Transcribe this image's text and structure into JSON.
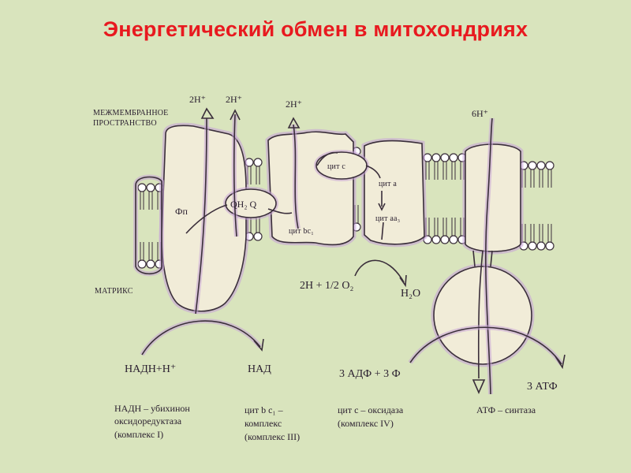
{
  "title": "Энергетический обмен в митохондриях",
  "colors": {
    "background": "#d9e4bd",
    "title": "#e8191f",
    "ink": "#3a2e3a",
    "halo": "#c49fd8"
  },
  "labels": {
    "intermembrane_line1": "МЕЖМЕМБРАННОЕ",
    "intermembrane_line2": "ПРОСТРАНСТВО",
    "matrix": "МАТРИКС",
    "h_2a": "2H⁺",
    "h_2b": "2H⁺",
    "h_2c": "2H⁺",
    "h_6": "6H⁺",
    "fp": "Фп",
    "ubiquinone": "QH₂ Q",
    "cyt_c": "цит c",
    "cyt_bc1": "цит bc₁",
    "cyt_a": "цит a",
    "cyt_aa3": "цит aa₃",
    "oxygen_eq": "2H + 1/2 O₂",
    "water": "H₂O",
    "nadh": "НАДН+Н⁺",
    "nad": "НАД",
    "adp": "3 АДФ + 3 Ф",
    "atp": "3 АТФ",
    "complex1_l1": "НАДН – убихинон",
    "complex1_l2": "оксидоредуктаза",
    "complex1_l3": "(комплекс I)",
    "complex3_l1": "цит b c₁ –",
    "complex3_l2": "комплекс",
    "complex3_l3": "(комплекс III)",
    "complex4_l1": "цит c – оксидаза",
    "complex4_l2": "(комплекс IV)",
    "atpsynthase": "АТФ – синтаза"
  }
}
